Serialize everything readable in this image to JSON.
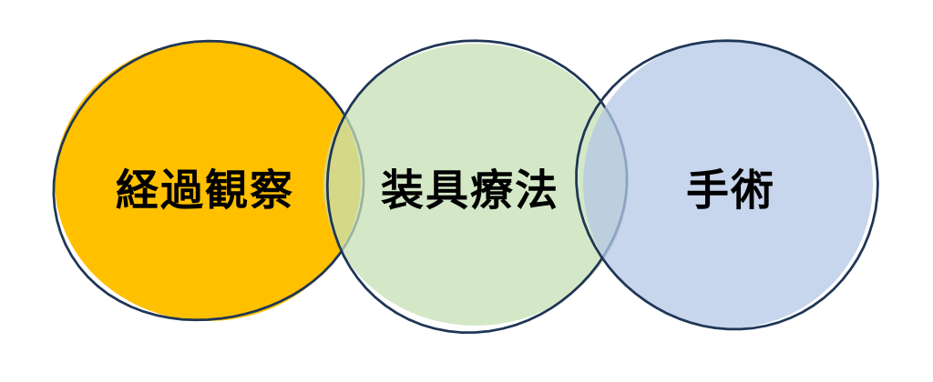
{
  "page": {
    "background_color": "#FFFFFF"
  },
  "diagram": {
    "type": "venn-overlapping-circles",
    "outline_color": "#1F3656",
    "text_color": "#000000",
    "circles": [
      {
        "id": "observation",
        "label": "経過観察",
        "fill_color": "#FFC000",
        "fill_opacity": 1
      },
      {
        "id": "brace-therapy",
        "label": "装具療法",
        "fill_color": "#C5E0B4",
        "fill_opacity": 0.75
      },
      {
        "id": "surgery",
        "label": "手術",
        "fill_color": "#B4C7E7",
        "fill_opacity": 0.75
      }
    ]
  }
}
